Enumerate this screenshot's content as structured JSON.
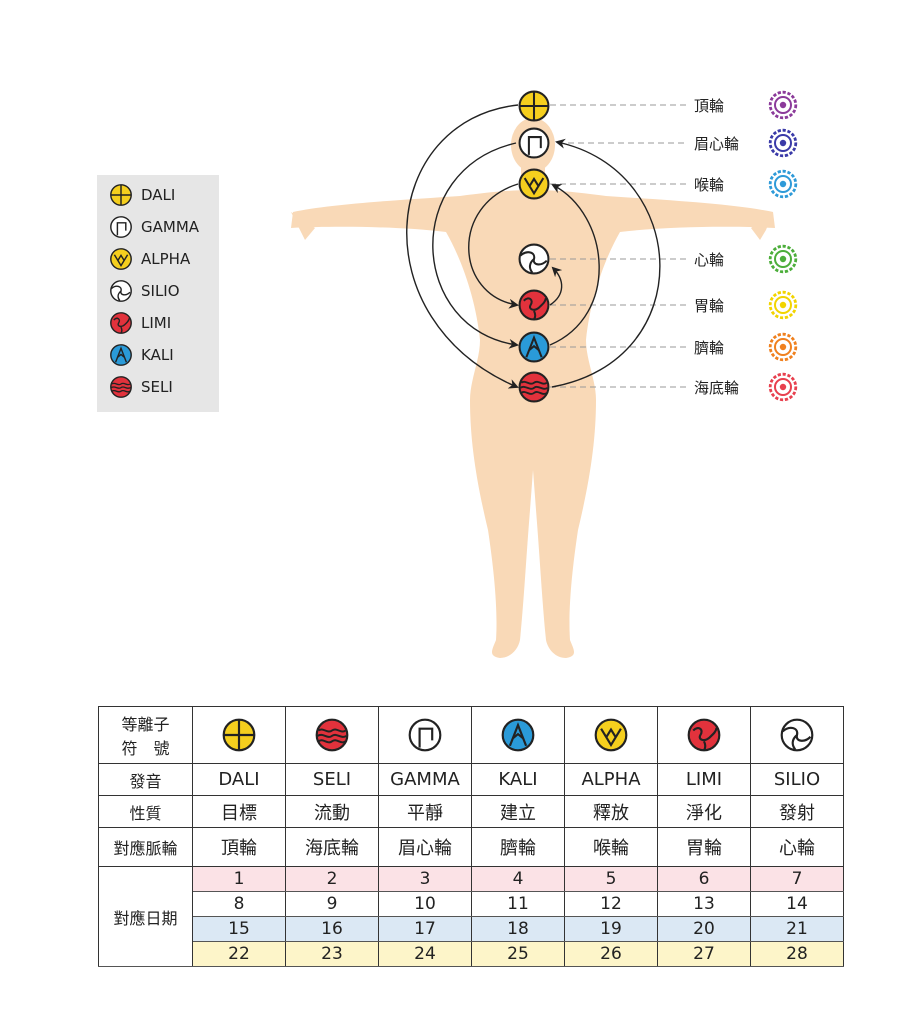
{
  "legend": {
    "items": [
      {
        "symbol": "dali",
        "label": "DALI"
      },
      {
        "symbol": "gamma",
        "label": "GAMMA"
      },
      {
        "symbol": "alpha",
        "label": "ALPHA"
      },
      {
        "symbol": "silio",
        "label": "SILIO"
      },
      {
        "symbol": "limi",
        "label": "LIMI"
      },
      {
        "symbol": "kali",
        "label": "KALI"
      },
      {
        "symbol": "seli",
        "label": "SELI"
      }
    ]
  },
  "chakras": [
    {
      "label": "頂輪",
      "symbol": "dali",
      "icon_color": "#8b3a9a"
    },
    {
      "label": "眉心輪",
      "symbol": "gamma",
      "icon_color": "#3a3aa8"
    },
    {
      "label": "喉輪",
      "symbol": "alpha",
      "icon_color": "#2e9ad8"
    },
    {
      "label": "心輪",
      "symbol": "silio",
      "icon_color": "#4cae3a"
    },
    {
      "label": "胃輪",
      "symbol": "limi",
      "icon_color": "#f2d400"
    },
    {
      "label": "臍輪",
      "symbol": "kali",
      "icon_color": "#f0801e"
    },
    {
      "label": "海底輪",
      "symbol": "seli",
      "icon_color": "#e8404e"
    }
  ],
  "colors": {
    "yellow": "#f5cf1e",
    "red": "#e2323c",
    "blue": "#2a9ad8",
    "white": "#ffffff",
    "body": "#f9d9b7",
    "stroke": "#222222"
  },
  "table": {
    "row_headers": {
      "symbol_line1": "等離子",
      "symbol_line2": "符　號",
      "sound": "發音",
      "nature": "性質",
      "chakra": "對應脈輪",
      "dates": "對應日期"
    },
    "columns": [
      {
        "symbol": "dali",
        "sound": "DALI",
        "nature": "目標",
        "chakra": "頂輪",
        "dates": [
          "1",
          "8",
          "15",
          "22"
        ]
      },
      {
        "symbol": "seli",
        "sound": "SELI",
        "nature": "流動",
        "chakra": "海底輪",
        "dates": [
          "2",
          "9",
          "16",
          "23"
        ]
      },
      {
        "symbol": "gamma",
        "sound": "GAMMA",
        "nature": "平靜",
        "chakra": "眉心輪",
        "dates": [
          "3",
          "10",
          "17",
          "24"
        ]
      },
      {
        "symbol": "kali",
        "sound": "KALI",
        "nature": "建立",
        "chakra": "臍輪",
        "dates": [
          "4",
          "11",
          "18",
          "25"
        ]
      },
      {
        "symbol": "alpha",
        "sound": "ALPHA",
        "nature": "釋放",
        "chakra": "喉輪",
        "dates": [
          "5",
          "12",
          "19",
          "26"
        ]
      },
      {
        "symbol": "limi",
        "sound": "LIMI",
        "nature": "淨化",
        "chakra": "胃輪",
        "dates": [
          "6",
          "13",
          "20",
          "27"
        ]
      },
      {
        "symbol": "silio",
        "sound": "SILIO",
        "nature": "發射",
        "chakra": "心輪",
        "dates": [
          "7",
          "14",
          "21",
          "28"
        ]
      }
    ]
  }
}
